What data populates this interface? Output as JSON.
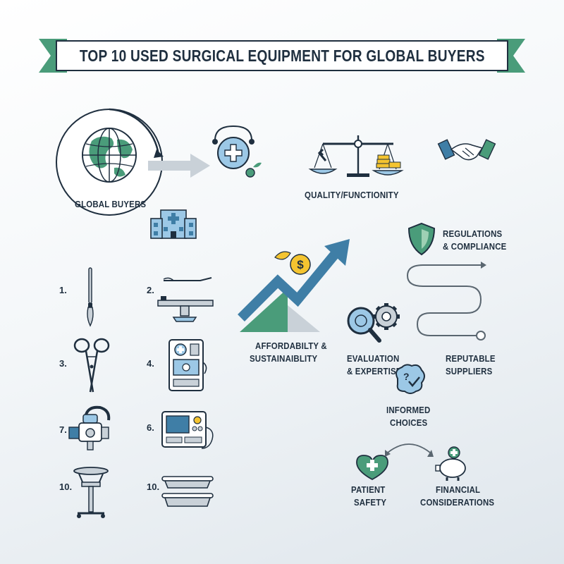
{
  "title": "TOP 10 USED SURGICAL EQUIPMENT FOR GLOBAL BUYERS",
  "colors": {
    "teal": "#4a9c7a",
    "blue": "#3f7ea6",
    "light_blue": "#9cc8e6",
    "navy": "#1f2f3f",
    "gold": "#f4c430"
  },
  "nodes": {
    "global_buyers": "GLOBAL BUYERS",
    "quality": "QUALITY/FUNCTIONITY",
    "affordability_line1": "AFFORDABILTY &",
    "affordability_line2": "SUSTAINAIBLITY",
    "regulations_line1": "REGULATIONS",
    "regulations_line2": "& COMPLIANCE",
    "evaluation_line1": "EVALUATION",
    "evaluation_line2": "& EXPERTISE",
    "reputable_line1": "REPUTABLE",
    "reputable_line2": "SUPPLIERS",
    "informed_line1": "INFORMED",
    "informed_line2": "CHOICES",
    "patient_line1": "PATIENT",
    "patient_line2": "SAFETY",
    "financial_line1": "FINANCIAL",
    "financial_line2": "CONSIDERATIONS"
  },
  "equipment": [
    {
      "number": "1.",
      "icon": "scalpel-icon"
    },
    {
      "number": "2.",
      "icon": "operating-table-icon"
    },
    {
      "number": "3.",
      "icon": "forceps-icon"
    },
    {
      "number": "4.",
      "icon": "anesthesia-machine-icon"
    },
    {
      "number": "7.",
      "icon": "surgical-light-icon"
    },
    {
      "number": "6.",
      "icon": "patient-monitor-icon"
    },
    {
      "number": "10.",
      "icon": "instrument-stand-icon"
    },
    {
      "number": "10.",
      "icon": "instrument-trays-icon"
    }
  ]
}
